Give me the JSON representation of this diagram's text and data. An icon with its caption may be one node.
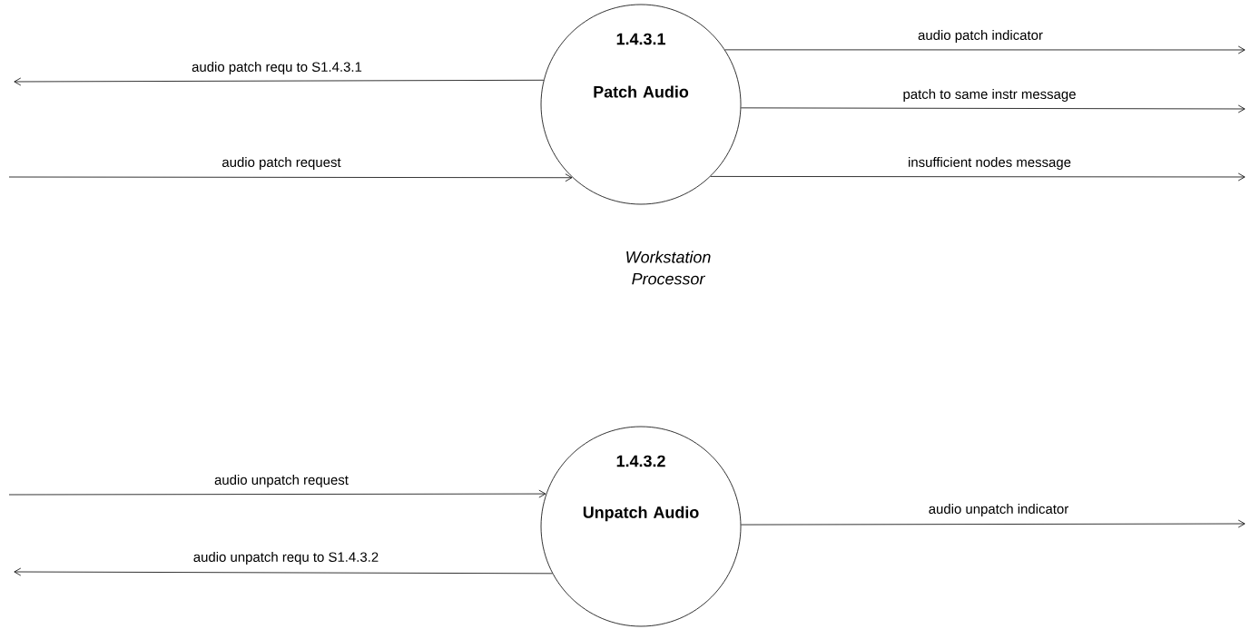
{
  "diagram": {
    "nodes": [
      {
        "text": [
          "1.4.3.1",
          "Patch Audio"
        ],
        "beside": [
          "Workstation Processor"
        ]
      },
      {
        "text": [
          "1.4.3.2",
          "Unpatch Audio"
        ]
      }
    ],
    "edges": [
      {
        "from": 0,
        "to": null,
        "arrow": "to",
        "label": "audio patch requ to S1.4.3.1"
      },
      {
        "from": null,
        "to": 0,
        "arrow": "to",
        "label": "audio patch request"
      },
      {
        "from": 0,
        "to": null,
        "arrow": "to",
        "label": "audio patch indicator"
      },
      {
        "from": 0,
        "to": null,
        "arrow": "to",
        "label": "patch to same instr message"
      },
      {
        "from": 0,
        "to": null,
        "arrow": "to",
        "label": "insufficient nodes message"
      },
      {
        "from": null,
        "to": 1,
        "arrow": "to",
        "label": "audio unpatch request"
      },
      {
        "from": 1,
        "to": null,
        "arrow": "to",
        "label": "audio unpatch requ to S1.4.3.2"
      },
      {
        "from": 1,
        "to": null,
        "arrow": "to",
        "label": "audio unpatch indicator"
      }
    ]
  }
}
